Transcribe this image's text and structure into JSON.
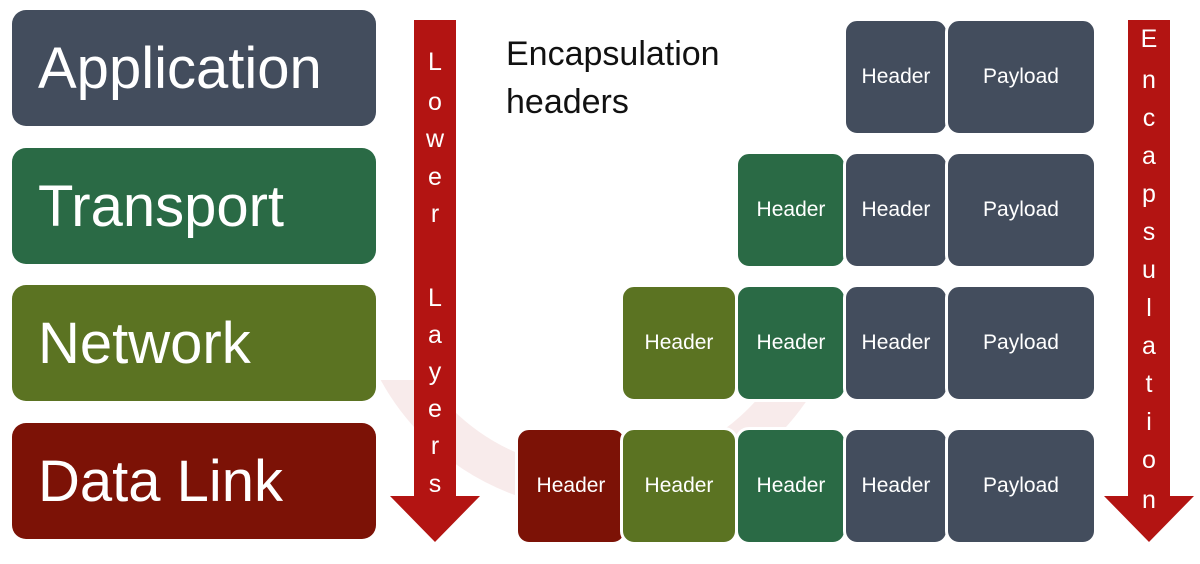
{
  "layers": [
    {
      "label": "Application",
      "color": "#434d5d"
    },
    {
      "label": "Transport",
      "color": "#2a6a45"
    },
    {
      "label": "Network",
      "color": "#5b7322"
    },
    {
      "label": "Data Link",
      "color": "#7c1206"
    }
  ],
  "lower_arrow": {
    "letters": [
      "L",
      "o",
      "w",
      "e",
      "r",
      "L",
      "a",
      "y",
      "e",
      "r",
      "s"
    ],
    "color": "#b31412"
  },
  "title": {
    "line1": "Encapsulation",
    "line2": "headers"
  },
  "encap_arrow": {
    "letters": [
      "E",
      "n",
      "c",
      "a",
      "p",
      "s",
      "u",
      "l",
      "a",
      "t",
      "i",
      "o",
      "n"
    ],
    "color": "#b31412"
  },
  "rows": [
    {
      "boxes": [
        {
          "label": "Header",
          "layer": 0
        },
        {
          "label": "Payload",
          "layer": 0
        }
      ]
    },
    {
      "boxes": [
        {
          "label": "Header",
          "layer": 1
        },
        {
          "label": "Header",
          "layer": 0
        },
        {
          "label": "Payload",
          "layer": 0
        }
      ]
    },
    {
      "boxes": [
        {
          "label": "Header",
          "layer": 2
        },
        {
          "label": "Header",
          "layer": 1
        },
        {
          "label": "Header",
          "layer": 0
        },
        {
          "label": "Payload",
          "layer": 0
        }
      ]
    },
    {
      "boxes": [
        {
          "label": "Header",
          "layer": 3
        },
        {
          "label": "Header",
          "layer": 2
        },
        {
          "label": "Header",
          "layer": 1
        },
        {
          "label": "Header",
          "layer": 0
        },
        {
          "label": "Payload",
          "layer": 0
        }
      ]
    }
  ]
}
